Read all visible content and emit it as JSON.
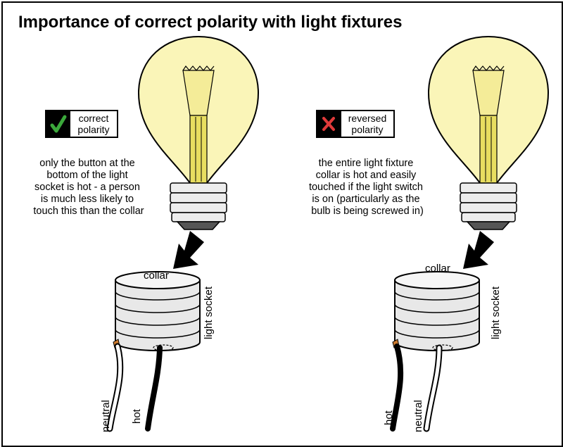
{
  "title": "Importance of correct polarity with light fixtures",
  "colors": {
    "bulb_fill": "#FAF5B8",
    "check": "#3BA83B",
    "cross": "#E03A3A",
    "socket_fill": "#E8E8E8",
    "screw": "#CC7A2E"
  },
  "left": {
    "badge_icon": "check-icon",
    "badge_line1": "correct",
    "badge_line2": "polarity",
    "desc": [
      "only the button at the",
      "bottom of the light",
      "socket is hot - a person",
      "is much less likely to",
      "touch this than the collar"
    ],
    "collar_label": "collar",
    "socket_label": "light socket",
    "wire1_label": "neutral",
    "wire2_label": "hot"
  },
  "right": {
    "badge_icon": "cross-icon",
    "badge_line1": "reversed",
    "badge_line2": "polarity",
    "desc": [
      "the entire light fixture",
      "collar is hot and easily",
      "touched if the light switch",
      "is on (particularly as the",
      "bulb is being screwed in)"
    ],
    "collar_label": "collar",
    "socket_label": "light socket",
    "wire1_label": "hot",
    "wire2_label": "neutral"
  }
}
